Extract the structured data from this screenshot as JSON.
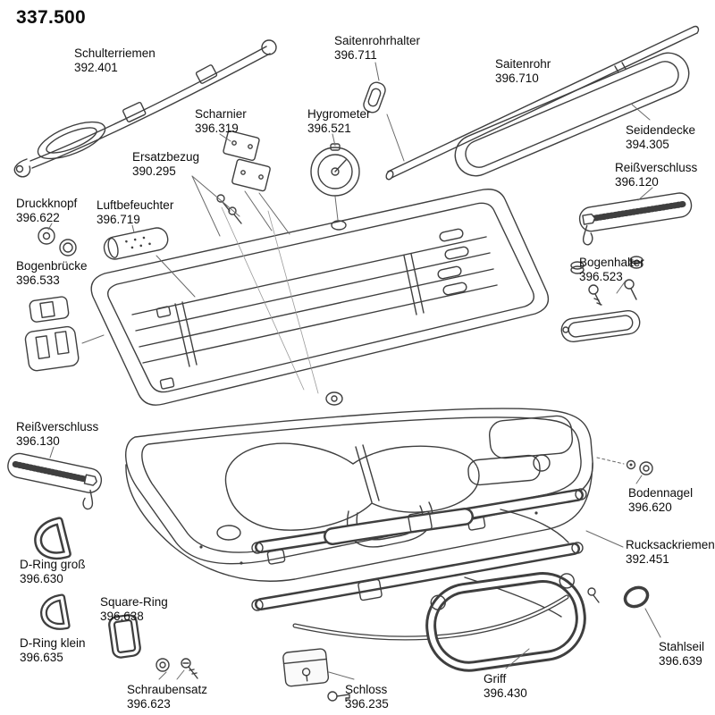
{
  "title": "337.500",
  "colors": {
    "ink": "#0d0d0d",
    "line": "#3f3f3f"
  },
  "parts": [
    {
      "name": "Schulterriemen",
      "number": "392.401"
    },
    {
      "name": "Saitenrohrhalter",
      "number": "396.711"
    },
    {
      "name": "Saitenrohr",
      "number": "396.710"
    },
    {
      "name": "Scharnier",
      "number": "396.319"
    },
    {
      "name": "Hygrometer",
      "number": "396.521"
    },
    {
      "name": "Seidendecke",
      "number": "394.305"
    },
    {
      "name": "Ersatzbezug",
      "number": "390.295"
    },
    {
      "name": "Reißverschluss",
      "number": "396.120"
    },
    {
      "name": "Druckknopf",
      "number": "396.622"
    },
    {
      "name": "Luftbefeuchter",
      "number": "396.719"
    },
    {
      "name": "Bogenbrücke",
      "number": "396.533"
    },
    {
      "name": "Bogenhalter",
      "number": "396.523"
    },
    {
      "name": "Reißverschluss",
      "number": "396.130"
    },
    {
      "name": "Bodennagel",
      "number": "396.620"
    },
    {
      "name": "D-Ring groß",
      "number": "396.630"
    },
    {
      "name": "Rucksackriemen",
      "number": "392.451"
    },
    {
      "name": "Square-Ring",
      "number": "396.638"
    },
    {
      "name": "D-Ring klein",
      "number": "396.635"
    },
    {
      "name": "Stahlseil",
      "number": "396.639"
    },
    {
      "name": "Schraubensatz",
      "number": "396.623"
    },
    {
      "name": "Schloss",
      "number": "396.235"
    },
    {
      "name": "Griff",
      "number": "396.430"
    }
  ]
}
